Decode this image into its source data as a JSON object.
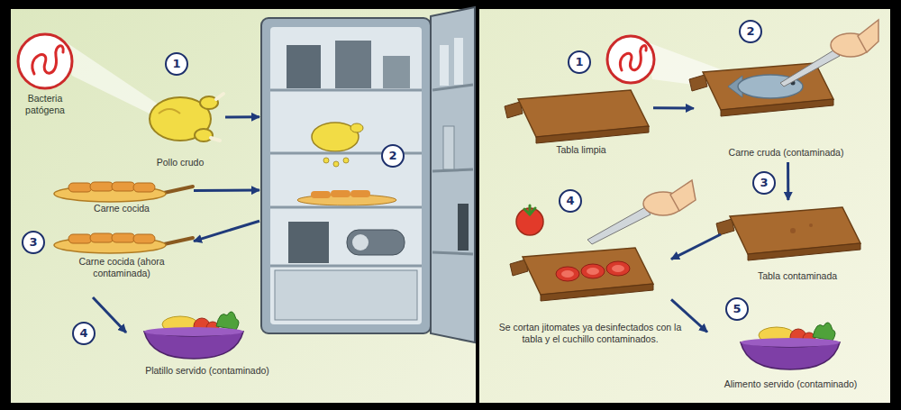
{
  "diagram": {
    "nodes": [
      {
        "text": [
          "1",
          "Pollo crudo"
        ]
      },
      {
        "text": [
          "Carne cocida"
        ]
      },
      {
        "text": [
          "2"
        ]
      },
      {
        "text": [
          "3",
          "Carne cocida (ahora contaminada)"
        ]
      },
      {
        "text": [
          "4",
          "Platillo servido (contaminado)"
        ]
      },
      {
        "text": [
          "1",
          "Tabla limpia"
        ]
      },
      {
        "text": [
          "2",
          "Carne cruda (contaminada)"
        ]
      },
      {
        "text": [
          "3",
          "Tabla contaminada"
        ]
      },
      {
        "text": [
          "4",
          "Se cortan jitomates ya desinfectados con la tabla y el cuchillo contaminados."
        ]
      },
      {
        "text": [
          "5",
          "Alimento servido (contaminado)"
        ]
      }
    ],
    "edges": [
      {
        "from": 0,
        "to": 2,
        "arrow": "to"
      },
      {
        "from": 1,
        "to": 2,
        "arrow": "to"
      },
      {
        "from": 2,
        "to": 3,
        "arrow": "to"
      },
      {
        "from": 3,
        "to": 4,
        "arrow": "to"
      },
      {
        "from": 5,
        "to": 6,
        "arrow": "to"
      },
      {
        "from": 6,
        "to": 7,
        "arrow": "to"
      },
      {
        "from": 7,
        "to": 8,
        "arrow": "to"
      },
      {
        "from": 8,
        "to": 9,
        "arrow": "to"
      }
    ],
    "labels": [
      "Bacteria patógena"
    ]
  }
}
